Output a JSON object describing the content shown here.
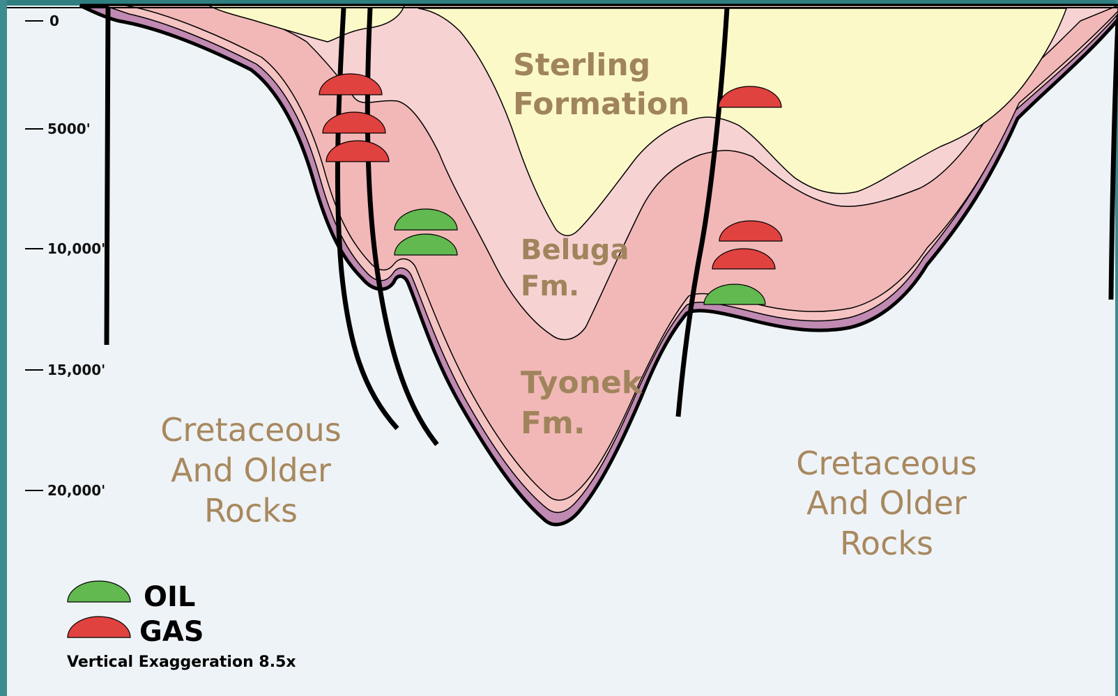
{
  "depth_axis": {
    "ticks": [
      "0",
      "5000'",
      "10,000'",
      "15,000'",
      "20,000'"
    ]
  },
  "formations": {
    "sterling": [
      "Sterling",
      "Formation"
    ],
    "beluga": [
      "Beluga",
      "Fm."
    ],
    "tyonek": [
      "Tyonek",
      "Fm."
    ]
  },
  "basement": {
    "left": [
      "Cretaceous",
      "And Older",
      "Rocks"
    ],
    "right": [
      "Cretaceous",
      "And Older",
      "Rocks"
    ]
  },
  "legend": {
    "oil_label": "OIL",
    "gas_label": "GAS",
    "note": "Vertical Exaggeration 8.5x"
  },
  "colors": {
    "background": "#eef3f7",
    "sterling": "#fcf9c8",
    "beluga": "#f7d2d3",
    "tyonek": "#f2b8b8",
    "purple_base": "#c08ab2",
    "oil": "#62b94f",
    "gas": "#e0423f",
    "label": "#a0845c",
    "frame": "#3f8a8c"
  }
}
